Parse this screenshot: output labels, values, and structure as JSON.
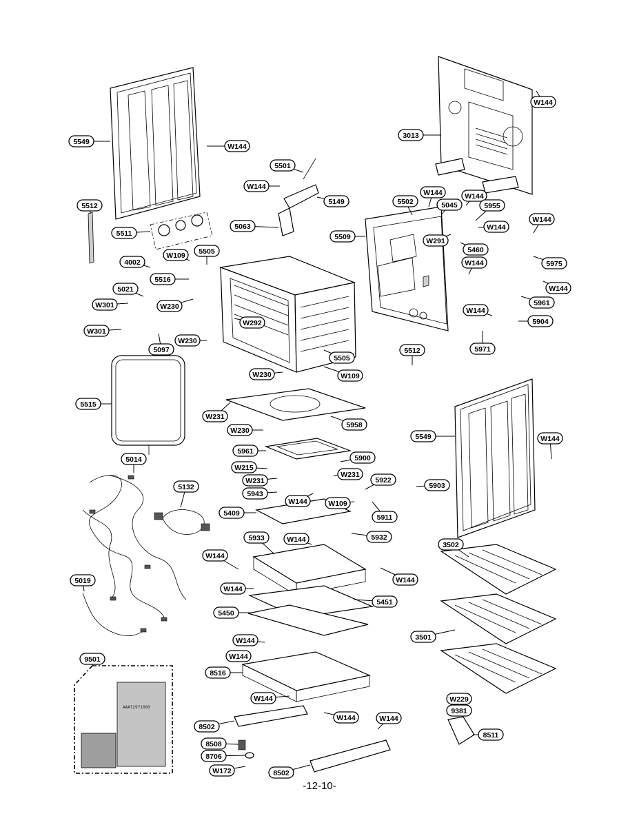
{
  "page_number": "-12-10-",
  "manual_label_text": "AAA72971008",
  "callouts": {
    "c5549a": "5549",
    "cW144a": "W144",
    "c5512a": "5512",
    "c5511": "5511",
    "c5501": "5501",
    "cW144b": "W144",
    "c5149": "5149",
    "c5063": "5063",
    "c3013": "3013",
    "cW144c": "W144",
    "c5502": "5502",
    "cW144d": "W144",
    "c5045": "5045",
    "cW144e": "W144",
    "c5955": "5955",
    "cW144f": "W144",
    "c5509": "5509",
    "cW291": "W291",
    "c5460": "5460",
    "cW144g": "W144",
    "c5975": "5975",
    "cW144h": "W144",
    "cW144i": "W144",
    "c5961a": "5961",
    "cW144j": "W144",
    "c5904": "5904",
    "c5971": "5971",
    "c4002": "4002",
    "cW109a": "W109",
    "c5505a": "5505",
    "c5516": "5516",
    "c5021": "5021",
    "cW301a": "W301",
    "cW230a": "W230",
    "cW292": "W292",
    "cW301b": "W301",
    "c5097": "5097",
    "cW230b": "W230",
    "c5505b": "5505",
    "cW109b": "W109",
    "cW230c": "W230",
    "c5512b": "5512",
    "c5515": "5515",
    "cW231a": "W231",
    "c5958": "5958",
    "c5549b": "5549",
    "cW144k": "W144",
    "cW230d": "W230",
    "c5961b": "5961",
    "c5014": "5014",
    "c5900": "5900",
    "cW215": "W215",
    "cW231b": "W231",
    "cW231c": "W231",
    "c5922": "5922",
    "c5903": "5903",
    "c5943": "5943",
    "cW144l": "W144",
    "c5132": "5132",
    "cW109c": "W109",
    "c5409": "5409",
    "c5911": "5911",
    "cW144m": "W144",
    "c5932": "5932",
    "c5933": "5933",
    "cW144n": "W144",
    "cW144o": "W144",
    "c3502": "3502",
    "c5019": "5019",
    "cW144p": "W144",
    "c5451": "5451",
    "c5450": "5450",
    "cW144q": "W144",
    "c3501": "3501",
    "cW144r": "W144",
    "c9501": "9501",
    "c8516": "8516",
    "cW144s": "W144",
    "cW144t": "W144",
    "cW229": "W229",
    "c9381": "9381",
    "c8502a": "8502",
    "cW144u": "W144",
    "c8511": "8511",
    "c8508": "8508",
    "c8706": "8706",
    "cW172": "W172",
    "c8502b": "8502"
  }
}
